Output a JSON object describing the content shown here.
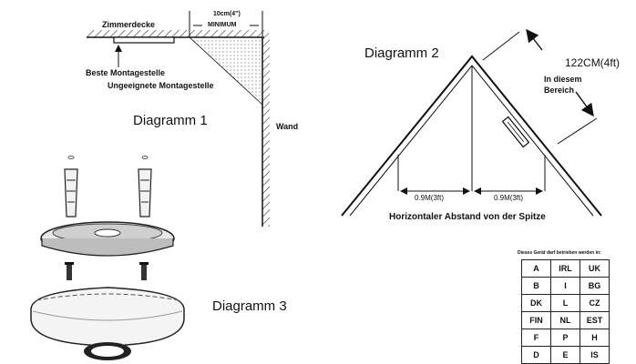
{
  "diagram1": {
    "ceiling_label": "Zimmerdecke",
    "minimum_distance": "10cm(4\")",
    "minimum_label": "MINIMUM",
    "best_position": "Beste Montagestelle",
    "unsuitable_position": "Ungeeignete Montagestelle",
    "wall_label": "Wand",
    "title": "Diagramm 1"
  },
  "diagram2": {
    "title": "Diagramm 2",
    "distance": "122CM(4ft)",
    "zone_label_line1": "In diesem",
    "zone_label_line2": "Bereich",
    "left_span": "0.9M(3ft)",
    "right_span": "0.9M(3ft)",
    "caption": "Horizontaler Abstand von der Spitze"
  },
  "diagram3": {
    "title": "Diagramm 3"
  },
  "countries": {
    "header": "Dieses Gerät darf betrieben werden in:",
    "rows": [
      [
        "A",
        "IRL",
        "UK"
      ],
      [
        "B",
        "I",
        "BG"
      ],
      [
        "DK",
        "L",
        "CZ"
      ],
      [
        "FIN",
        "NL",
        "EST"
      ],
      [
        "F",
        "P",
        "H"
      ],
      [
        "D",
        "E",
        "IS"
      ]
    ]
  }
}
